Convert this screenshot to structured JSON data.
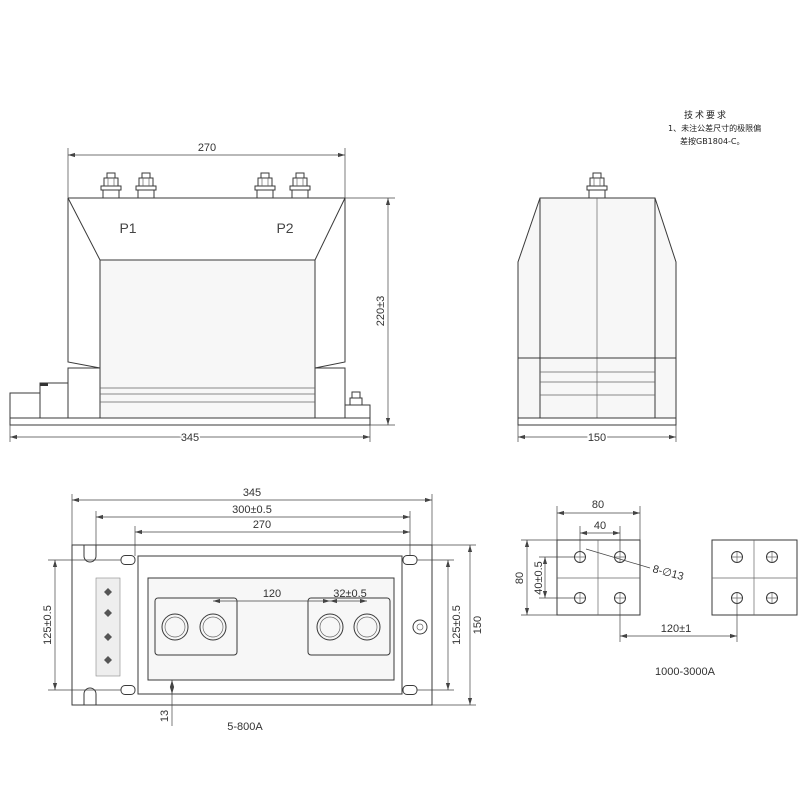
{
  "tech_requirements": {
    "title": "技术要求",
    "line1": "1、未注公差尺寸的极限偏",
    "line2": "差按GB1804-C。"
  },
  "front_view": {
    "width_top": "270",
    "terminal_p1": "P1",
    "terminal_p2": "P2",
    "height": "220±3",
    "width_base": "345"
  },
  "side_view": {
    "width": "150"
  },
  "bottom_view": {
    "overall_width": "345",
    "mounting_spacing": "300±0.5",
    "body_width": "270",
    "terminal_spacing": "120",
    "terminal_pitch": "32±0.5",
    "mounting_depth_left": "125±0.5",
    "mounting_depth_right": "125±0.5",
    "overall_depth": "150",
    "offset": "13",
    "caption": "5-800A"
  },
  "terminal_detail": {
    "block_width": "80",
    "hole_pitch_x": "40",
    "block_height": "80",
    "hole_pitch_y": "40±0.5",
    "holes": "8-∅13",
    "block_spacing": "120±1",
    "caption": "1000-3000A"
  }
}
